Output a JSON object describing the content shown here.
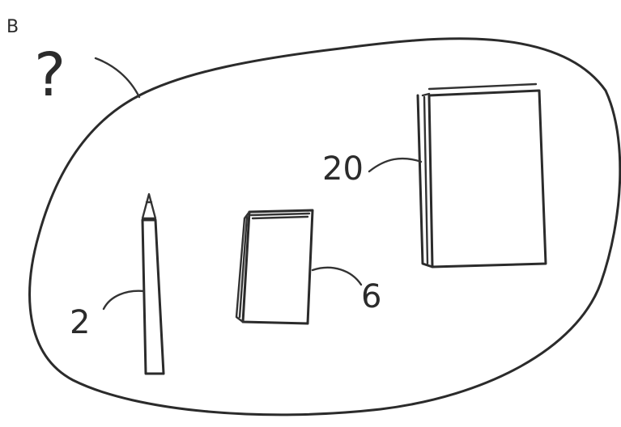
{
  "set_label": "B",
  "question_mark": "?",
  "items": [
    {
      "name": "pencil",
      "value": "2"
    },
    {
      "name": "notebook",
      "value": "6"
    },
    {
      "name": "book",
      "value": "20"
    }
  ]
}
